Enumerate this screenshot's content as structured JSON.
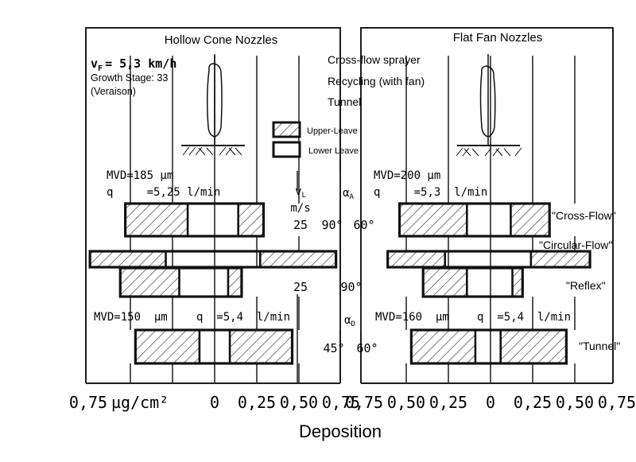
{
  "chart_data": {
    "type": "bar",
    "orientation": "horizontal-diverging-stacked",
    "xlabel": "Deposition",
    "unit_label": "µg/cm²",
    "x_ticks": [
      "0,75",
      "0,50",
      "0,25",
      "0",
      "0,25",
      "0,50",
      "0,75"
    ],
    "xlim": [
      -0.75,
      0.75
    ],
    "legend": {
      "position": "top-center",
      "entries": [
        {
          "name": "Upper-Leave",
          "pattern": "hatched"
        },
        {
          "name": "Lower Leave",
          "pattern": "blank"
        }
      ]
    },
    "header_info": {
      "speed": "v",
      "speed_sub": "F",
      "speed_value": "= 5,3 km/h",
      "growth_stage": "Growth Stage: 33",
      "veraison": "(Veraison)",
      "sprayer_types": [
        "Cross-flow sprayer",
        "Recycling (with fan)",
        "Tunnel"
      ]
    },
    "center_column": {
      "vl_label": "v",
      "vl_sub": "L",
      "vl_unit": "m/s",
      "alpha_a": "α",
      "alpha_a_sub": "A",
      "alpha_d": "α",
      "alpha_d_sub": "D",
      "cross_flow_vl": "25",
      "cross_flow_angles": [
        "90°",
        "60°"
      ],
      "reflex_vl": "25",
      "reflex_angle": "90°",
      "tunnel_angles": [
        "45°",
        "60°"
      ]
    },
    "panels": [
      {
        "title": "Hollow Cone Nozzles",
        "top_params": [
          "MVD=185 µm",
          "q     =5,25 l/min"
        ],
        "bottom_params": [
          "MVD=150  µm",
          "q  =5,4  l/min"
        ],
        "sprayers": [
          {
            "name": "Cross-Flow",
            "left_upper": 0.53,
            "left_lower": 0.16,
            "right_lower": 0.14,
            "right_upper": 0.29
          },
          {
            "name": "Circular-Flow",
            "left_upper": 0.74,
            "left_lower": 0.29,
            "right_lower": 0.27,
            "right_upper": 0.72
          },
          {
            "name": "Reflex",
            "left_upper": 0.56,
            "left_lower": 0.21,
            "right_lower": 0.08,
            "right_upper": 0.16
          },
          {
            "name": "Tunnel",
            "left_upper": 0.47,
            "left_lower": 0.09,
            "right_lower": 0.09,
            "right_upper": 0.46
          }
        ]
      },
      {
        "title": "Flat Fan Nozzles",
        "top_params": [
          "MVD=200 µm",
          "q     =5,3  l/min"
        ],
        "bottom_params": [
          "MVD=160  µm",
          "q  =5,4  l/min"
        ],
        "sprayers": [
          {
            "name": "Cross-Flow",
            "left_upper": 0.54,
            "left_lower": 0.14,
            "right_lower": 0.12,
            "right_upper": 0.35
          },
          {
            "name": "Circular-Flow",
            "left_upper": 0.61,
            "left_lower": 0.27,
            "right_lower": 0.24,
            "right_upper": 0.59
          },
          {
            "name": "Reflex",
            "left_upper": 0.4,
            "left_lower": 0.14,
            "right_lower": 0.13,
            "right_upper": 0.19
          },
          {
            "name": "Tunnel",
            "left_upper": 0.47,
            "left_lower": 0.09,
            "right_lower": 0.06,
            "right_upper": 0.45
          }
        ]
      }
    ],
    "series_labels": [
      "\"Cross-Flow\"",
      "\"Circular-Flow\"",
      "\"Reflex\"",
      "\"Tunnel\""
    ]
  }
}
